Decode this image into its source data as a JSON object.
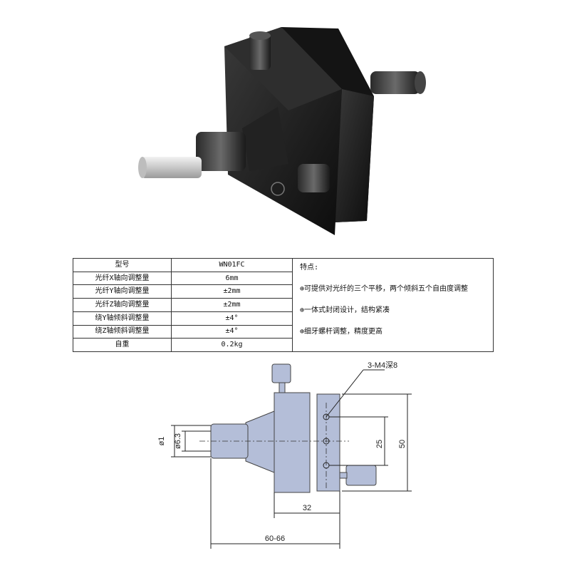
{
  "spec": {
    "rows": [
      {
        "label": "型号",
        "value": "WN01FC"
      },
      {
        "label": "光纤X轴向调整量",
        "value": "6mm"
      },
      {
        "label": "光纤Y轴向调整量",
        "value": "±2mm"
      },
      {
        "label": "光纤Z轴向调整量",
        "value": "±2mm"
      },
      {
        "label": "绕Y轴倾斜调整量",
        "value": "±4°"
      },
      {
        "label": "绕Z轴倾斜调整量",
        "value": "±4°"
      },
      {
        "label": "自重",
        "value": "0.2kg"
      }
    ],
    "features_title": "特点:",
    "features": [
      "⊕可提供对光纤的三个平移，两个倾斜五个自由度调整",
      "⊕一体式封闭设计，结构紧凑",
      "⊕细牙螺杆调整，精度更高"
    ]
  },
  "drawing": {
    "hole_label": "3-M4深8",
    "dim_phi1": "ø1",
    "dim_phi63": "ø6.3",
    "dim_25": "25",
    "dim_50": "50",
    "dim_32": "32",
    "dim_6066": "60-66"
  },
  "colors": {
    "body": "#b4bed8",
    "body_dark": "#8f9bbd",
    "photo_metal": "#1b1b1b"
  }
}
